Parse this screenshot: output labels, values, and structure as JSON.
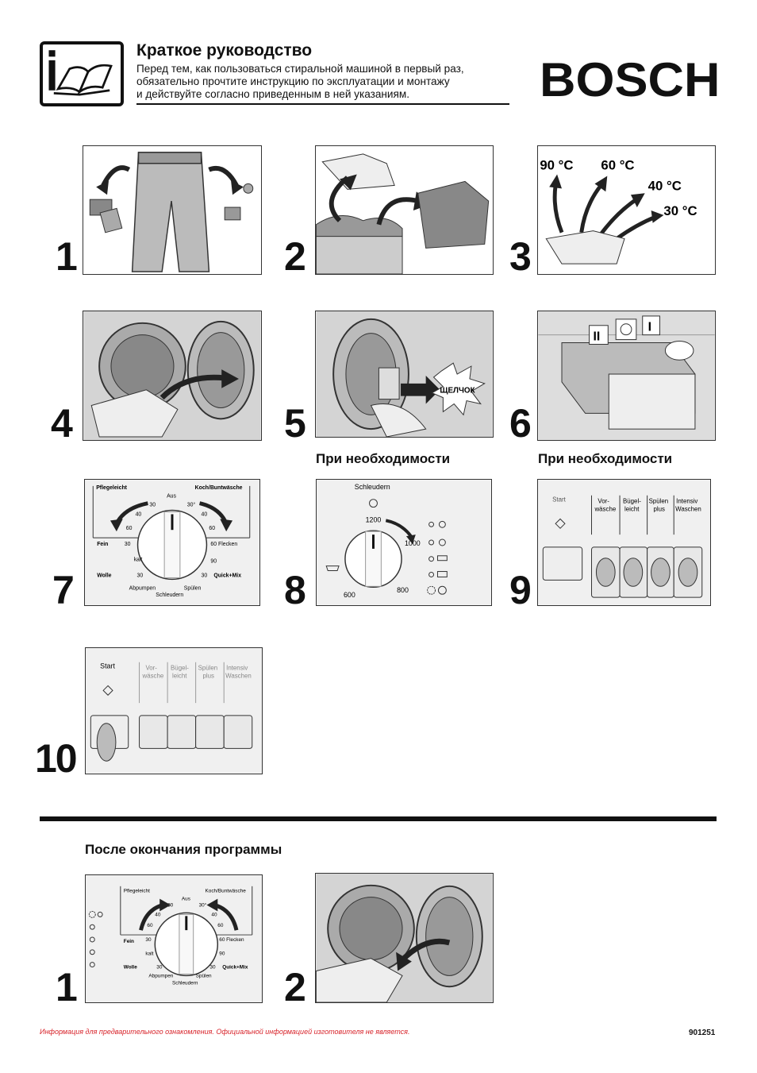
{
  "header": {
    "title": "Краткое руководство",
    "lines": [
      "Перед тем, как пользоваться стиральной машиной в первый раз,",
      "обязательно прочтите инструкцию по эксплуатации и монтажу",
      "и действуйте согласно приведенным в ней указаниям."
    ],
    "brand": "BOSCH"
  },
  "steps": {
    "s1": "1",
    "s2": "2",
    "s3": "3",
    "s4": "4",
    "s5": "5",
    "s6": "6",
    "s7": "7",
    "s8": "8",
    "s9": "9",
    "s10": "10"
  },
  "step3": {
    "t90": "90 °C",
    "t60": "60 °C",
    "t40": "40 °C",
    "t30": "30 °C"
  },
  "step5": {
    "click": "ЩЕЛЧОК"
  },
  "captions": {
    "c8": "При необходимости",
    "c9": "При необходимости"
  },
  "dial": {
    "pflegeleicht": "Pflegeleicht",
    "koch": "Koch/Buntwäsche",
    "aus": "Aus",
    "fein": "Fein",
    "kalt": "kalt",
    "wolle": "Wolle",
    "abpumpen": "Abpumpen",
    "schleudern": "Schleudern",
    "spuelen": "Spülen",
    "quickmix": "Quick+Mix",
    "flecken": "60 Flecken",
    "t30a": "30",
    "t40a": "40",
    "t60a": "60",
    "t30b": "30°",
    "t40b": "40",
    "t60b": "60",
    "t90": "90",
    "t30c": "30",
    "t30d": "30",
    "t30e": "30"
  },
  "spin": {
    "title": "Schleudern",
    "r1200": "1200",
    "r1000": "1000",
    "r800": "800",
    "r600": "600"
  },
  "options": {
    "start": "Start",
    "vor": "Vor-",
    "vor2": "wäsche",
    "buegel": "Bügel-",
    "buegel2": "leicht",
    "spuelen": "Spülen",
    "spuelen2": "plus",
    "intensiv": "Intensiv",
    "intensiv2": "Waschen"
  },
  "after": {
    "title": "После окончания программы",
    "n1": "1",
    "n2": "2"
  },
  "footer": {
    "note": "Информация для предварительного ознакомления. Официальной информацией изготовителя не является.",
    "code": "901251"
  }
}
